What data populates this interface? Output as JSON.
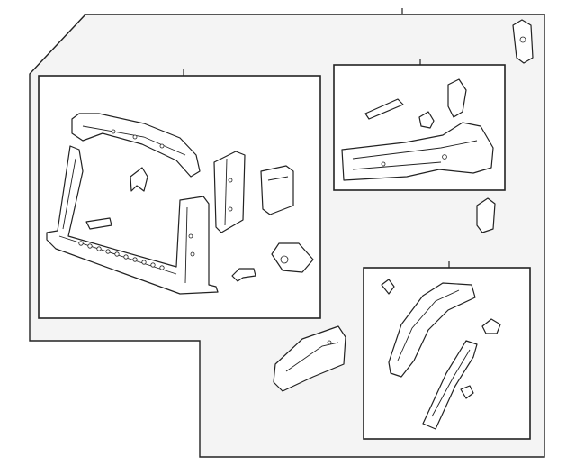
{
  "diagram": {
    "title": "",
    "background": "#ffffff",
    "panel_fill": "#f4f4f4",
    "line_color": "#222222",
    "groups": [
      {
        "name": "radiator-support-group",
        "callout": ""
      },
      {
        "name": "apron-rail-group",
        "callout": ""
      },
      {
        "name": "quarter-inner-group",
        "callout": ""
      }
    ]
  }
}
